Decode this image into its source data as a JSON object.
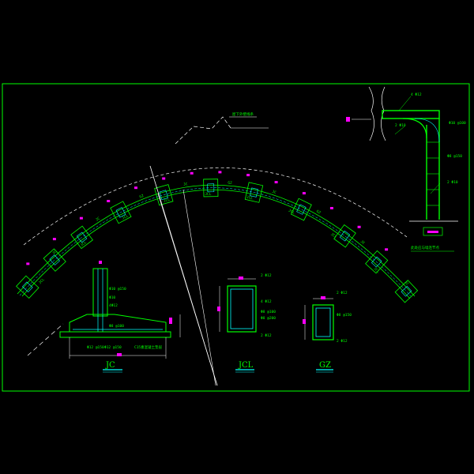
{
  "colors": {
    "background": "#000000",
    "frame": "#00ff00",
    "structure": "#00ff00",
    "rebar": "#00ffff",
    "white_lines": "#ffffff",
    "dimension": "#ff00ff"
  },
  "arch_labels": [
    "JCL",
    "JC",
    "JCL",
    "JC",
    "JCL",
    "GZ",
    "JCL",
    "JC",
    "JCL",
    "GZ",
    "JCL",
    "JC",
    "JCL",
    "GZ",
    "JCL",
    "JC",
    "JCL",
    "JC"
  ],
  "leader_note": "屋下外壁线条",
  "detail_top_right": {
    "caption": "此处应与墙连节点",
    "labels": [
      "4 Φ12",
      "2 Φ10",
      "Φ10 @100",
      "Φ8 @150",
      "2 Φ10"
    ]
  },
  "detail_jc": {
    "title": "JC",
    "labels": [
      "Φ10 @150",
      "Φ10",
      "4Φ12",
      "Φ8 @100"
    ],
    "bottom_labels": [
      "Φ12 @150",
      "Φ12 @150"
    ],
    "bottom_note": "C15素混凝土垫层"
  },
  "detail_jcl": {
    "title": "JCL",
    "labels": [
      "2 Φ12",
      "4 Φ12",
      "Φ8 @100",
      "Φ8 @200",
      "2 Φ12"
    ]
  },
  "detail_gz": {
    "title": "GZ",
    "labels": [
      "2 Φ12",
      "Φ8 @150",
      "2 Φ12"
    ]
  }
}
